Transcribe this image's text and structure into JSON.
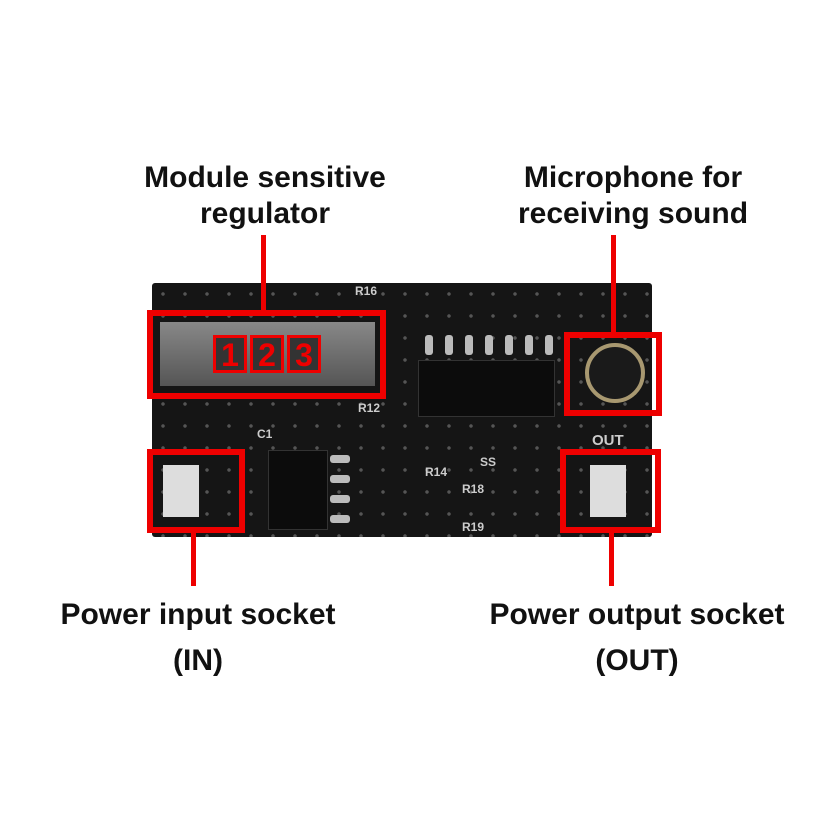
{
  "labels": {
    "regulator": [
      "Module sensitive",
      "regulator"
    ],
    "microphone": [
      "Microphone for",
      "receiving sound"
    ],
    "power_in": [
      "Power input socket",
      "(IN)"
    ],
    "power_out": [
      "Power output socket",
      "(OUT)"
    ]
  },
  "switch_positions": [
    "1",
    "2",
    "3"
  ],
  "silkscreen": [
    "R16",
    "R12",
    "C1",
    "OUT",
    "SS",
    "R14",
    "R18",
    "R19"
  ],
  "colors": {
    "highlight": "#ee0000",
    "board": "#151515"
  }
}
